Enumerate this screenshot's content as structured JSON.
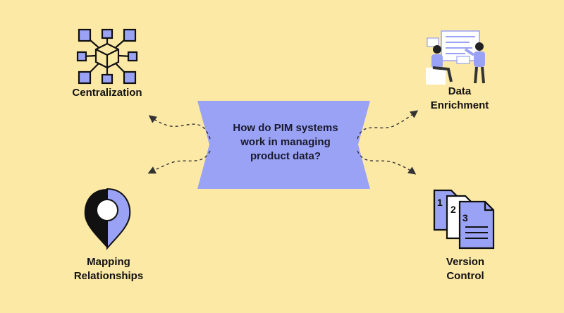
{
  "center": {
    "line1": "How do PIM systems",
    "line2": "work in managing",
    "line3": "product data?"
  },
  "nodes": {
    "centralization": "Centralization",
    "data_enrichment_1": "Data",
    "data_enrichment_2": "Enrichment",
    "mapping_1": "Mapping",
    "mapping_2": "Relationships",
    "version_1": "Version",
    "version_2": "Control"
  },
  "icons": {
    "centralization": "network-cube-icon",
    "data_enrichment": "people-dashboard-illustration",
    "mapping": "map-pin-icon",
    "version": "stacked-documents-icon"
  },
  "colors": {
    "background": "#fde9a6",
    "accent": "#9aa2f5",
    "ink": "#111111"
  }
}
